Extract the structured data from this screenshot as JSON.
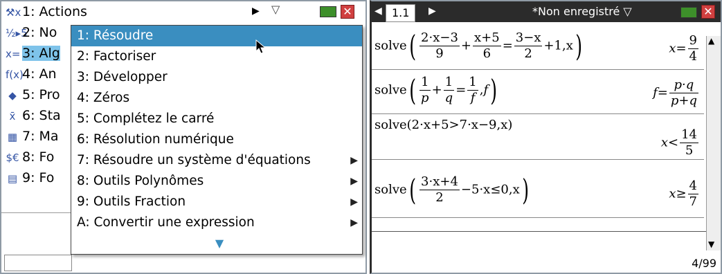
{
  "left_menu": {
    "items": [
      {
        "icon": "⚒x",
        "label": "1: Actions"
      },
      {
        "icon": "½▸5",
        "label": "2: No"
      },
      {
        "icon": "x=",
        "label": "3: Alg"
      },
      {
        "icon": "f(x)",
        "label": "4: An"
      },
      {
        "icon": "◆",
        "label": "5: Pro"
      },
      {
        "icon": "x̄",
        "label": "6: Sta"
      },
      {
        "icon": "▦",
        "label": "7: Ma"
      },
      {
        "icon": "$€",
        "label": "8: Fo"
      },
      {
        "icon": "▤",
        "label": "9: Fo"
      }
    ]
  },
  "submenu": {
    "items": [
      {
        "label": "1: Résoudre",
        "has_sub": false
      },
      {
        "label": "2: Factoriser",
        "has_sub": false
      },
      {
        "label": "3: Développer",
        "has_sub": false
      },
      {
        "label": "4: Zéros",
        "has_sub": false
      },
      {
        "label": "5: Complétez le carré",
        "has_sub": false
      },
      {
        "label": "6: Résolution numérique",
        "has_sub": false
      },
      {
        "label": "7: Résoudre un système d'équations",
        "has_sub": true
      },
      {
        "label": "8: Outils Polynômes",
        "has_sub": true
      },
      {
        "label": "9: Outils Fraction",
        "has_sub": true
      },
      {
        "label": "A: Convertir une expression",
        "has_sub": true
      }
    ]
  },
  "right": {
    "tab_label": "1.1",
    "doc_title": "*Non enregistré",
    "counter": "4/99"
  },
  "history": [
    {
      "expr": "solve( (2·x−3)/9 + (x+5)/6 = (3−x)/2 + 1, x)",
      "result": "x=9/4"
    },
    {
      "expr": "solve( 1/p + 1/q = 1/f, f)",
      "result": "f=p·q/(p+q)"
    },
    {
      "expr": "solve(2·x+5>7·x−9,x)",
      "result": "x<14/5"
    },
    {
      "expr": "solve( (3·x+4)/2 −5·x≤0, x)",
      "result": "x≥4/7"
    }
  ],
  "colors": {
    "highlight": "#3a8ec0",
    "titlebar": "#2b2b2b"
  }
}
